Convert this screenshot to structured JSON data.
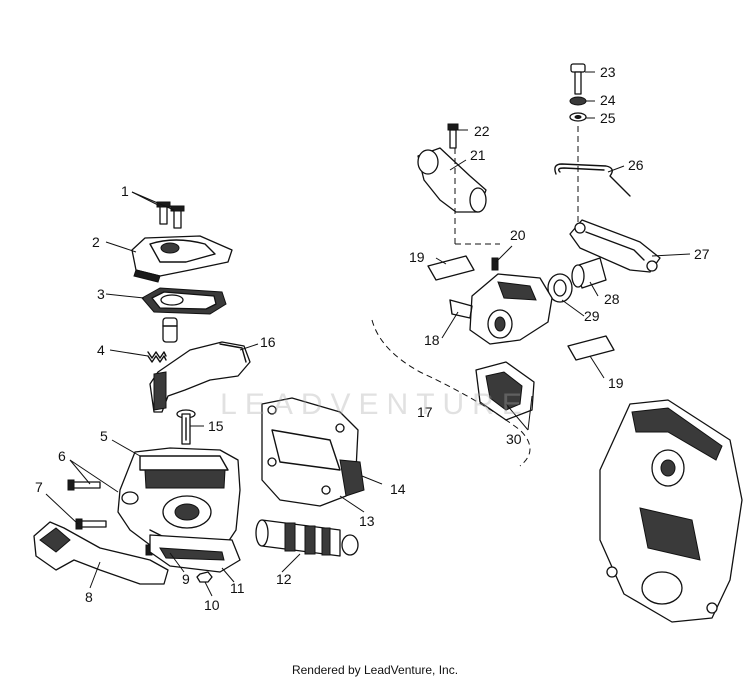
{
  "diagram": {
    "callouts": [
      "1",
      "2",
      "3",
      "4",
      "5",
      "6",
      "7",
      "8",
      "9",
      "10",
      "11",
      "12",
      "13",
      "14",
      "15",
      "16",
      "17",
      "18",
      "19",
      "19",
      "20",
      "21",
      "22",
      "23",
      "24",
      "25",
      "26",
      "27",
      "28",
      "29",
      "30"
    ]
  },
  "watermark": "LEADVENTURE",
  "footer": "Rendered by LeadVenture, Inc."
}
